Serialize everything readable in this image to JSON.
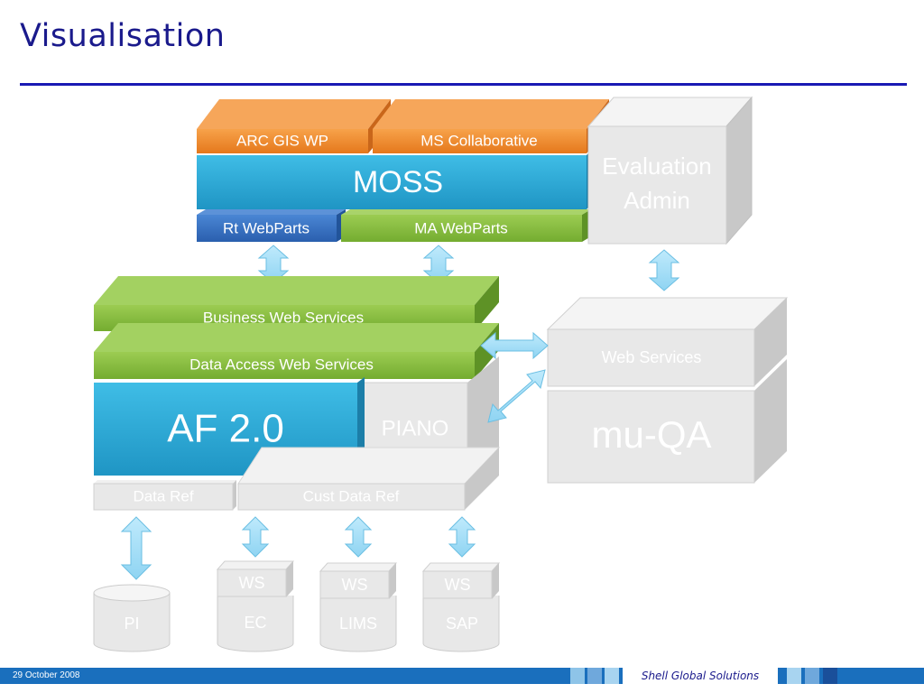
{
  "slide": {
    "title": "Visualisation",
    "footer_date": "29 October 2008",
    "footer_brand": "Shell Global Solutions"
  },
  "diagram": {
    "arc_gis_wp": "ARC GIS WP",
    "ms_collaborative": "MS Collaborative",
    "moss": "MOSS",
    "evaluation_admin_line1": "Evaluation",
    "evaluation_admin_line2": "Admin",
    "rt_webparts": "Rt WebParts",
    "ma_webparts": "MA WebParts",
    "business_web_services": "Business Web Services",
    "data_access_web_services": "Data Access Web Services",
    "af": "AF 2.0",
    "piano": "PIANO",
    "data_ref": "Data Ref",
    "cust_data_ref": "Cust Data Ref",
    "web_services": "Web Services",
    "mu_qa": "mu-QA",
    "pi": "PI",
    "ec_ws": "WS",
    "ec": "EC",
    "lims_ws": "WS",
    "lims": "LIMS",
    "sap_ws": "WS",
    "sap": "SAP"
  },
  "colors": {
    "orange": "#f08a2a",
    "blue": "#29a9d6",
    "dark_blue": "#2f6fc2",
    "green": "#86bd3e",
    "grey": "#e8e8e8",
    "title": "#1a1a8c",
    "footer": "#1a6fbd"
  }
}
